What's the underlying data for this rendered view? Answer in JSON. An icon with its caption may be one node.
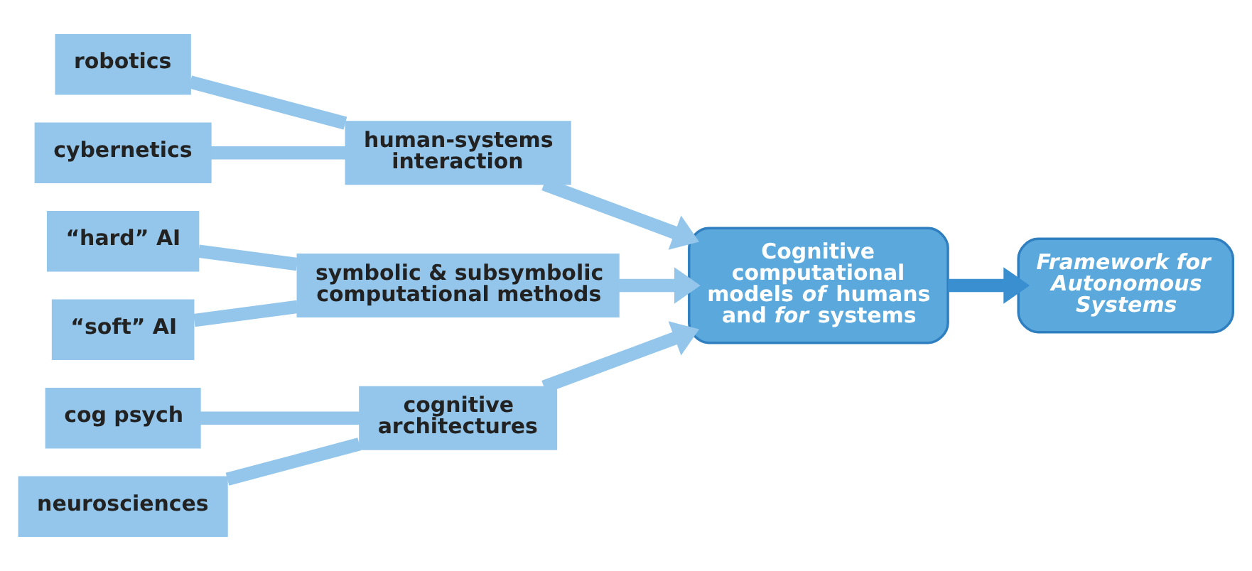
{
  "diagram": {
    "nodes": [
      {
        "text": [
          "robotics"
        ]
      },
      {
        "text": [
          "cybernetics"
        ]
      },
      {
        "text": [
          "human-systems interaction"
        ]
      },
      {
        "text": [
          "“hard” AI"
        ]
      },
      {
        "text": [
          "“soft” AI"
        ]
      },
      {
        "text": [
          "symbolic & subsymbolic computational methods"
        ]
      },
      {
        "text": [
          "cog psych"
        ]
      },
      {
        "text": [
          "neurosciences"
        ]
      },
      {
        "text": [
          "cognitive architectures"
        ]
      },
      {
        "text": [
          "Cognitive computational models *of* humans and *for* systems"
        ]
      },
      {
        "text": [
          "Framework for Autonomous Systems"
        ]
      }
    ],
    "edges": [
      {
        "from": 0,
        "to": 2,
        "arrow": "none"
      },
      {
        "from": 1,
        "to": 2,
        "arrow": "none"
      },
      {
        "from": 3,
        "to": 5,
        "arrow": "none"
      },
      {
        "from": 4,
        "to": 5,
        "arrow": "none"
      },
      {
        "from": 6,
        "to": 8,
        "arrow": "none"
      },
      {
        "from": 7,
        "to": 8,
        "arrow": "none"
      },
      {
        "from": 2,
        "to": 9,
        "arrow": "to"
      },
      {
        "from": 5,
        "to": 9,
        "arrow": "to"
      },
      {
        "from": 8,
        "to": 9,
        "arrow": "to"
      },
      {
        "from": 9,
        "to": 10,
        "arrow": "to",
        "color": "#3a8fd0"
      }
    ]
  }
}
